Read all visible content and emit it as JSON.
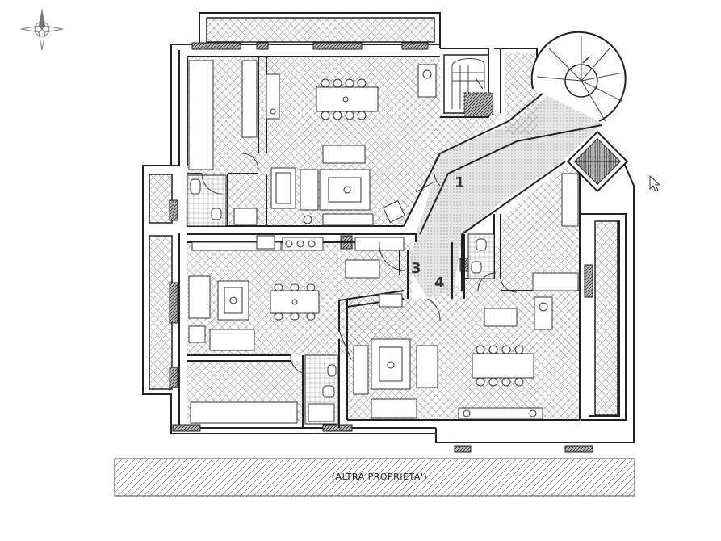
{
  "labels": {
    "unit_1": "1",
    "unit_3": "3",
    "unit_4": "4",
    "other_property": "(ALTRA PROPRIETA')"
  },
  "icons": {
    "north_arrow": "compass-north-icon",
    "cursor": "mouse-cursor-icon"
  },
  "colors": {
    "wall": "#222222",
    "hatch": "#9a9a9a",
    "stair_fill": "#d8d8d8"
  }
}
